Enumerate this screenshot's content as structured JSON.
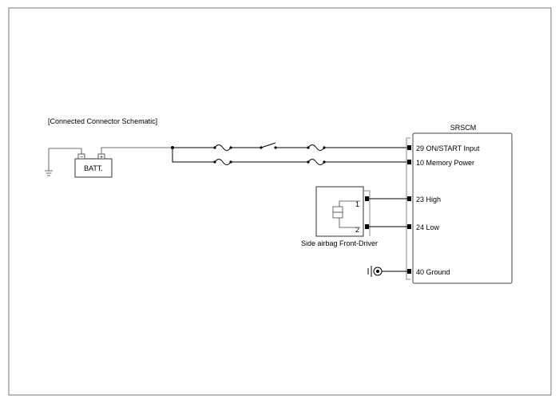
{
  "title": "[Connected Connector Schematic]",
  "battery": {
    "label": "BATT.",
    "neg_symbol": "−",
    "pos_symbol": "+"
  },
  "module": {
    "name": "SRSCM",
    "pins": [
      {
        "label": "29 ON/START Input"
      },
      {
        "label": "10 Memory Power"
      },
      {
        "label": "23 High"
      },
      {
        "label": "24 Low"
      },
      {
        "label": "40 Ground"
      }
    ]
  },
  "component": {
    "name": "Side airbag Front-Driver",
    "pin1": "1",
    "pin2": "2"
  }
}
